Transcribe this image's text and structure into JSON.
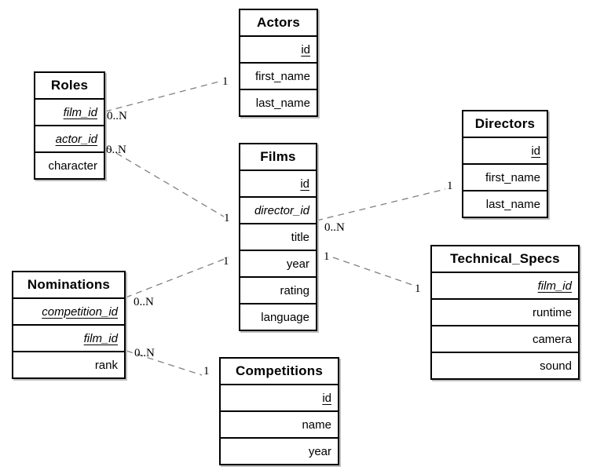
{
  "diagram": {
    "kind": "entity-relationship-diagram",
    "background_color": "#ffffff",
    "table_border_color": "#000000",
    "relationship_line_color": "#808080"
  },
  "tables": {
    "actors": {
      "title": "Actors",
      "fields": [
        {
          "name": "id",
          "key": "pk"
        },
        {
          "name": "first_name",
          "key": ""
        },
        {
          "name": "last_name",
          "key": ""
        }
      ]
    },
    "roles": {
      "title": "Roles",
      "fields": [
        {
          "name": "film_id",
          "key": "pk-fk"
        },
        {
          "name": "actor_id",
          "key": "pk-fk"
        },
        {
          "name": "character",
          "key": ""
        }
      ]
    },
    "films": {
      "title": "Films",
      "fields": [
        {
          "name": "id",
          "key": "pk"
        },
        {
          "name": "director_id",
          "key": "fk"
        },
        {
          "name": "title",
          "key": ""
        },
        {
          "name": "year",
          "key": ""
        },
        {
          "name": "rating",
          "key": ""
        },
        {
          "name": "language",
          "key": ""
        }
      ]
    },
    "directors": {
      "title": "Directors",
      "fields": [
        {
          "name": "id",
          "key": "pk"
        },
        {
          "name": "first_name",
          "key": ""
        },
        {
          "name": "last_name",
          "key": ""
        }
      ]
    },
    "nominations": {
      "title": "Nominations",
      "fields": [
        {
          "name": "competition_id",
          "key": "pk-fk"
        },
        {
          "name": "film_id",
          "key": "pk-fk"
        },
        {
          "name": "rank",
          "key": ""
        }
      ]
    },
    "competitions": {
      "title": "Competitions",
      "fields": [
        {
          "name": "id",
          "key": "pk"
        },
        {
          "name": "name",
          "key": ""
        },
        {
          "name": "year",
          "key": ""
        }
      ]
    },
    "technical_specs": {
      "title": "Technical_Specs",
      "fields": [
        {
          "name": "film_id",
          "key": "pk-fk"
        },
        {
          "name": "runtime",
          "key": ""
        },
        {
          "name": "camera",
          "key": ""
        },
        {
          "name": "sound",
          "key": ""
        }
      ]
    }
  },
  "relationships": [
    {
      "id": "roles-actors",
      "from": "Roles",
      "to": "Actors",
      "from_card": "0..N",
      "to_card": "1"
    },
    {
      "id": "roles-films",
      "from": "Roles",
      "to": "Films",
      "from_card": "0..N",
      "to_card": "1"
    },
    {
      "id": "films-directors",
      "from": "Films",
      "to": "Directors",
      "from_card": "0..N",
      "to_card": "1"
    },
    {
      "id": "films-technical_specs",
      "from": "Films",
      "to": "Technical_Specs",
      "from_card": "1",
      "to_card": "1"
    },
    {
      "id": "nominations-films",
      "from": "Nominations",
      "to": "Films",
      "from_card": "0..N",
      "to_card": "1"
    },
    {
      "id": "nominations-competitions",
      "from": "Nominations",
      "to": "Competitions",
      "from_card": "0..N",
      "to_card": "1"
    }
  ]
}
